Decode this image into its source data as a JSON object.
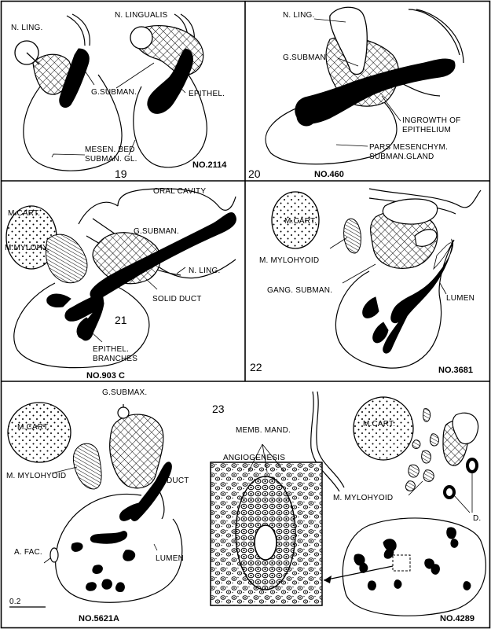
{
  "figures": [
    {
      "number": "19",
      "specimen": "NO.2114"
    },
    {
      "number": "20",
      "specimen": "NO.460"
    },
    {
      "number": "21",
      "specimen": "NO.903 C"
    },
    {
      "number": "22",
      "specimen": "NO.3681"
    },
    {
      "number": "23",
      "specimen_left": "NO.5621A",
      "specimen_right": "NO.4289"
    }
  ],
  "labels": {
    "n_ling": "N. LING.",
    "n_lingualis": "N. LINGUALIS",
    "g_subman_dot": "G.SUBMAN.",
    "epithel": "EPITHEL.",
    "mesen_bed_1": "MESEN. BED",
    "mesen_bed_2": "SUBMAN. GL.",
    "g_subman": "G.SUBMAN",
    "ingrowth_1": "INGROWTH OF",
    "ingrowth_2": "EPITHELIUM",
    "pars_1": "PARS MESENCHYM.",
    "pars_2": "SUBMAN.GLAND",
    "oral_cavity": "ORAL CAVITY",
    "m_cart": "M.CART.",
    "m_mylohy": "M.MYLOHY.",
    "solid_duct": "SOLID DUCT",
    "epithel_branches_1": "EPITHEL.",
    "epithel_branches_2": "BRANCHES",
    "m_mylohyoid": "M. MYLOHYOID",
    "gang_subman": "GANG. SUBMAN.",
    "lumen": "LUMEN",
    "g_submax": "G.SUBMAX.",
    "duct": "DUCT",
    "a_fac": "A. FAC.",
    "memb_mand": "MEMB. MAND.",
    "angiogenesis": "ANGIOGENESIS",
    "d": "D.",
    "scale": "0.2"
  }
}
